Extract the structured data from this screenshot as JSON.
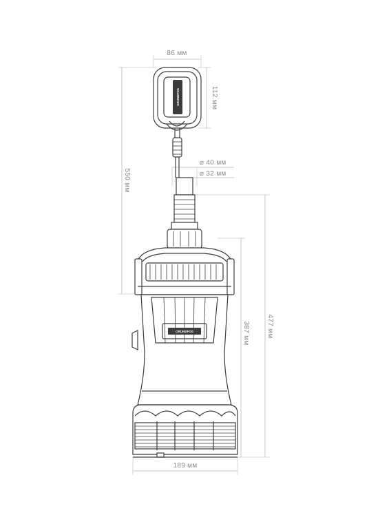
{
  "dimensions": {
    "float_width": "86 мм",
    "float_height": "112 мм",
    "cable_length": "550 мм",
    "outlet_outer_diameter": "⌀ 40 мм",
    "outlet_inner_diameter": "⌀ 32 мм",
    "body_height": "387 мм",
    "total_height": "477 мм",
    "base_width": "189 мм"
  },
  "brand": {
    "name": "GRUNDFOS"
  },
  "colors": {
    "outline": "#3b3b3b",
    "dimension": "#b9b9b9",
    "label": "#8a8a8a"
  }
}
